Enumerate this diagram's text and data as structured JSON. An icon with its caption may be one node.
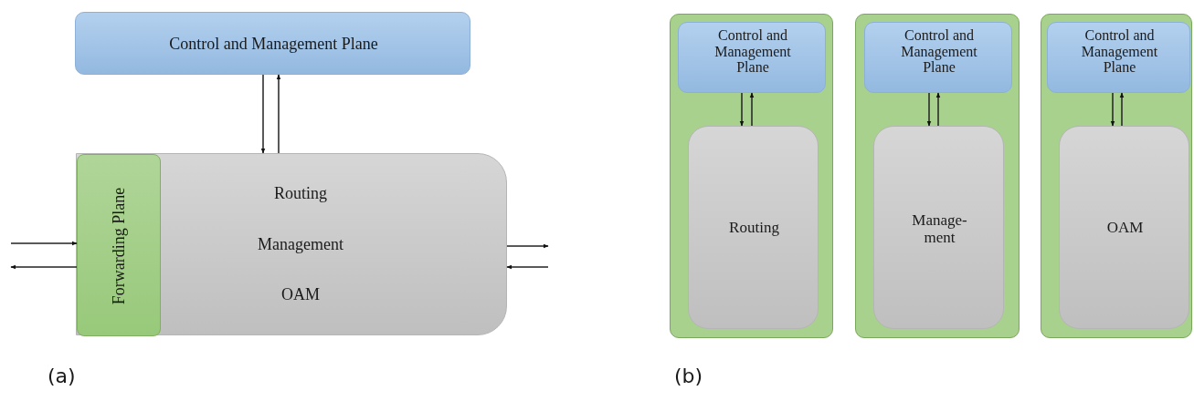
{
  "diagram": {
    "nodes": [
      {
        "text": [
          "Control and Management Plane"
        ]
      },
      {
        "text": [
          "Routing",
          "Management",
          "OAM"
        ]
      },
      {
        "text": [
          "Forwarding Plane"
        ],
        "in": 1
      },
      {
        "text": [],
        "shape": "box"
      },
      {
        "text": [
          "Control and Management Plane"
        ],
        "in": 3
      },
      {
        "text": [
          "Routing"
        ],
        "in": 3
      },
      {
        "text": [],
        "shape": "box"
      },
      {
        "text": [
          "Control and Management Plane"
        ],
        "in": 6
      },
      {
        "text": [
          "Manage- ment"
        ],
        "in": 6
      },
      {
        "text": [],
        "shape": "box"
      },
      {
        "text": [
          "Control and Management Plane"
        ],
        "in": 9
      },
      {
        "text": [
          "OAM"
        ],
        "in": 9
      }
    ],
    "edges": [
      {
        "from": 0,
        "to": 1,
        "arrow": "to"
      },
      {
        "from": 1,
        "to": 0,
        "arrow": "to"
      },
      {
        "from": null,
        "to": 2,
        "arrow": "to"
      },
      {
        "from": 2,
        "to": null,
        "arrow": "to"
      },
      {
        "from": 1,
        "to": null,
        "arrow": "to"
      },
      {
        "from": null,
        "to": 1,
        "arrow": "to"
      },
      {
        "from": 4,
        "to": 5,
        "arrow": "to"
      },
      {
        "from": 5,
        "to": 4,
        "arrow": "to"
      },
      {
        "from": 7,
        "to": 8,
        "arrow": "to"
      },
      {
        "from": 8,
        "to": 7,
        "arrow": "to"
      },
      {
        "from": 10,
        "to": 11,
        "arrow": "to"
      },
      {
        "from": 11,
        "to": 10,
        "arrow": "to"
      }
    ],
    "labels": [
      "(a)",
      "(b)"
    ]
  }
}
